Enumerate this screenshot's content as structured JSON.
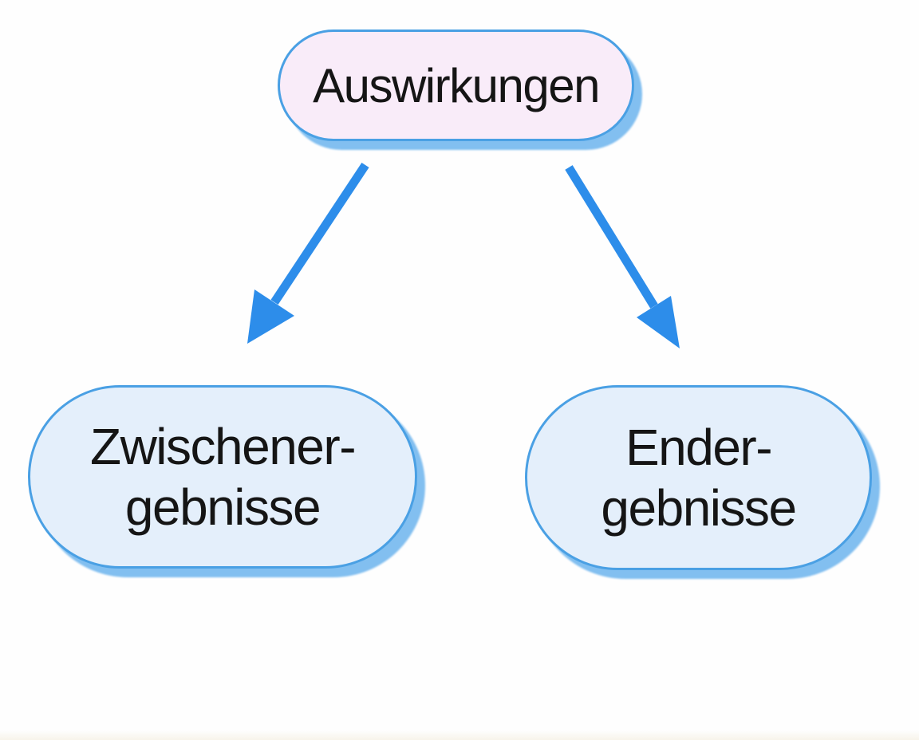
{
  "colors": {
    "background": "#fefefe",
    "arrow": "#2d8dea",
    "node_border": "#4aa0e4",
    "node_shadow": "#82bff0",
    "root_fill": "#f9ecf9",
    "child_fill": "#e4effb",
    "text": "#151515"
  },
  "nodes": {
    "root": {
      "label": "Auswirkungen"
    },
    "children": [
      {
        "lines": [
          "Zwischener-",
          "gebnisse"
        ]
      },
      {
        "lines": [
          "Ender-",
          "gebnisse"
        ]
      }
    ]
  },
  "edges": [
    {
      "from": "Auswirkungen",
      "to": "Zwischenergebnisse"
    },
    {
      "from": "Auswirkungen",
      "to": "Endergebnisse"
    }
  ]
}
